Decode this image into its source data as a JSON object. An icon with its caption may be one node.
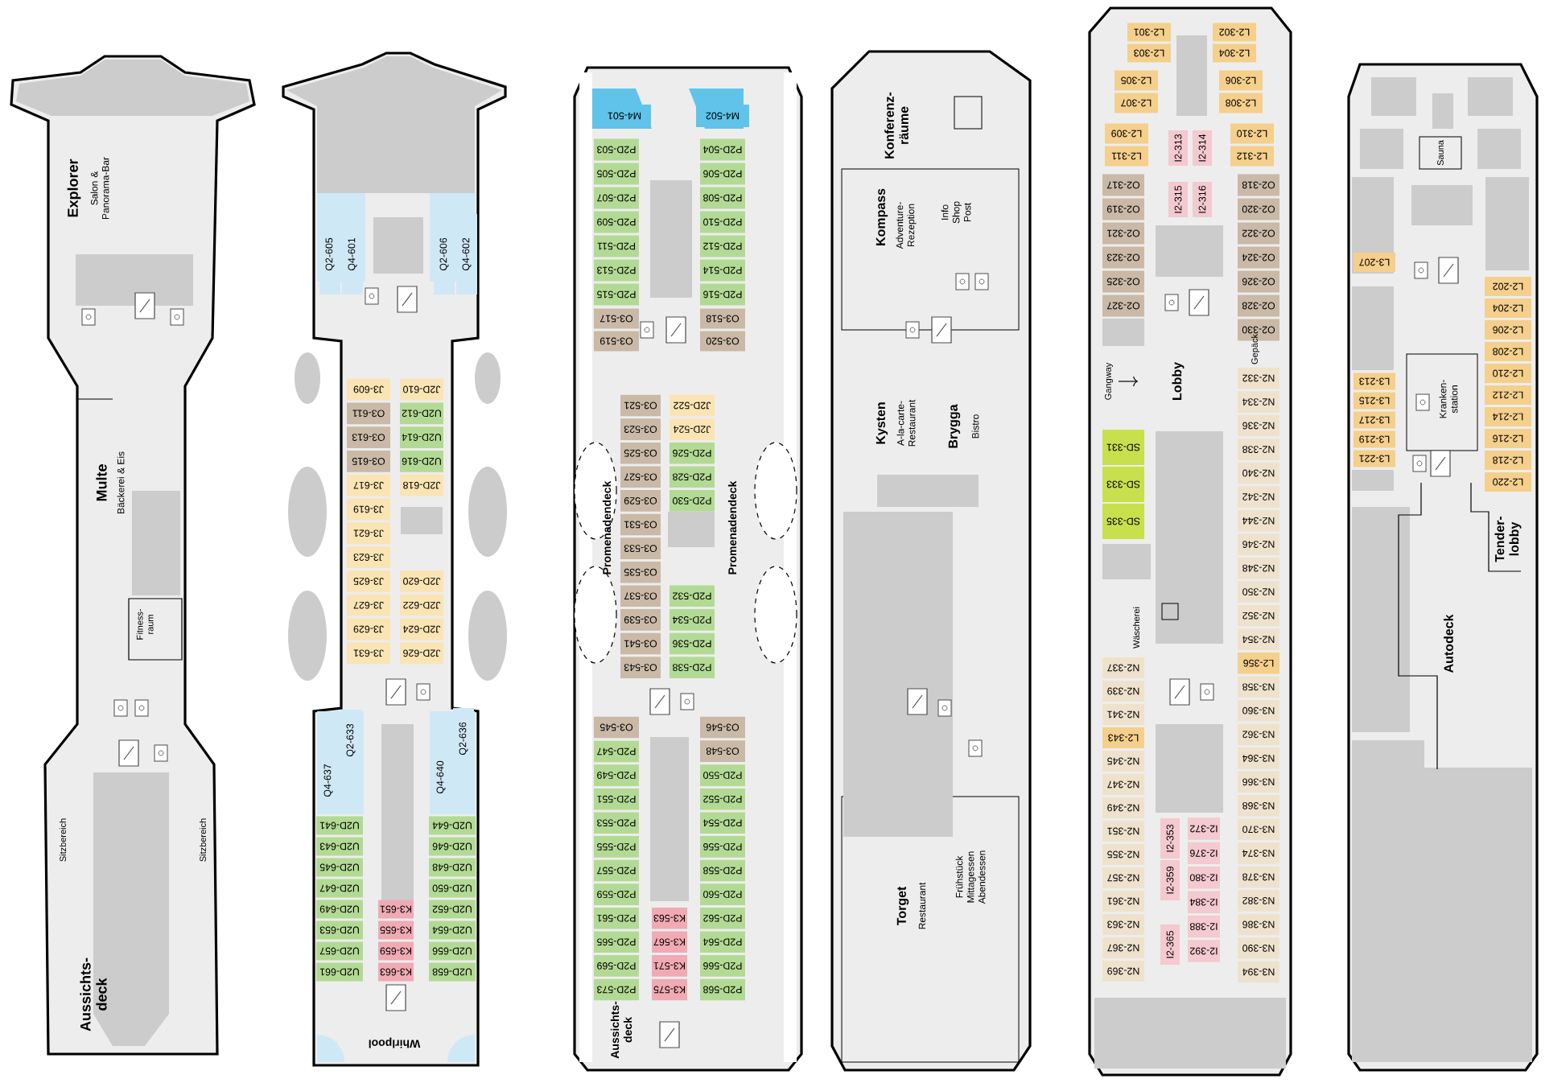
{
  "diagram": {
    "nodes": [
      {
        "text": [
          "Q2-605"
        ]
      },
      {
        "text": [
          "Q4-601"
        ]
      },
      {
        "text": [
          "Q2-606"
        ]
      },
      {
        "text": [
          "Q4-602"
        ]
      },
      {
        "text": [
          "J3-609"
        ]
      },
      {
        "text": [
          "O3-611"
        ]
      },
      {
        "text": [
          "O3-613"
        ]
      },
      {
        "text": [
          "O3-615"
        ]
      },
      {
        "text": [
          "J3-617"
        ]
      },
      {
        "text": [
          "J3-619"
        ]
      },
      {
        "text": [
          "J3-621"
        ]
      },
      {
        "text": [
          "J3-623"
        ]
      },
      {
        "text": [
          "J3-625"
        ]
      },
      {
        "text": [
          "J3-627"
        ]
      },
      {
        "text": [
          "J3-629"
        ]
      },
      {
        "text": [
          "J3-631"
        ]
      },
      {
        "text": [
          "J2D-610"
        ]
      },
      {
        "text": [
          "U2D-612"
        ]
      },
      {
        "text": [
          "U2D-614"
        ]
      },
      {
        "text": [
          "U2D-616"
        ]
      },
      {
        "text": [
          "J2D-618"
        ]
      },
      {
        "text": [
          "J2D-620"
        ]
      },
      {
        "text": [
          "J2D-622"
        ]
      },
      {
        "text": [
          "J2D-624"
        ]
      },
      {
        "text": [
          "J2D-626"
        ]
      },
      {
        "text": [
          "Q4-637"
        ]
      },
      {
        "text": [
          "Q2-633"
        ]
      },
      {
        "text": [
          "Q4-640"
        ]
      },
      {
        "text": [
          "Q2-636"
        ]
      },
      {
        "text": [
          "U2D-641"
        ]
      },
      {
        "text": [
          "U2D-643"
        ]
      },
      {
        "text": [
          "U2D-645"
        ]
      },
      {
        "text": [
          "U2D-647"
        ]
      },
      {
        "text": [
          "U2D-649"
        ]
      },
      {
        "text": [
          "U2D-653"
        ]
      },
      {
        "text": [
          "U2D-657"
        ]
      },
      {
        "text": [
          "U2D-661"
        ]
      },
      {
        "text": [
          "K3-651"
        ]
      },
      {
        "text": [
          "K3-655"
        ]
      },
      {
        "text": [
          "K3-659"
        ]
      },
      {
        "text": [
          "K3-663"
        ]
      },
      {
        "text": [
          "U2D-644"
        ]
      },
      {
        "text": [
          "U2D-646"
        ]
      },
      {
        "text": [
          "U2D-648"
        ]
      },
      {
        "text": [
          "U2D-650"
        ]
      },
      {
        "text": [
          "U2D-652"
        ]
      },
      {
        "text": [
          "U2D-654"
        ]
      },
      {
        "text": [
          "U2D-656"
        ]
      },
      {
        "text": [
          "U2D-658"
        ]
      },
      {
        "text": [
          "M4-501"
        ]
      },
      {
        "text": [
          "M4-502"
        ]
      },
      {
        "text": [
          "P2D-503"
        ]
      },
      {
        "text": [
          "P2D-505"
        ]
      },
      {
        "text": [
          "P2D-507"
        ]
      },
      {
        "text": [
          "P2D-509"
        ]
      },
      {
        "text": [
          "P2D-511"
        ]
      },
      {
        "text": [
          "P2D-513"
        ]
      },
      {
        "text": [
          "P2D-515"
        ]
      },
      {
        "text": [
          "P2D-504"
        ]
      },
      {
        "text": [
          "P2D-506"
        ]
      },
      {
        "text": [
          "P2D-508"
        ]
      },
      {
        "text": [
          "P2D-510"
        ]
      },
      {
        "text": [
          "P2D-512"
        ]
      },
      {
        "text": [
          "P2D-514"
        ]
      },
      {
        "text": [
          "P2D-516"
        ]
      },
      {
        "text": [
          "O3-517"
        ]
      },
      {
        "text": [
          "O3-519"
        ]
      },
      {
        "text": [
          "O3-518"
        ]
      },
      {
        "text": [
          "O3-520"
        ]
      },
      {
        "text": [
          "O3-521"
        ]
      },
      {
        "text": [
          "O3-523"
        ]
      },
      {
        "text": [
          "O3-525"
        ]
      },
      {
        "text": [
          "O3-527"
        ]
      },
      {
        "text": [
          "O3-529"
        ]
      },
      {
        "text": [
          "O3-531"
        ]
      },
      {
        "text": [
          "O3-533"
        ]
      },
      {
        "text": [
          "O3-535"
        ]
      },
      {
        "text": [
          "O3-537"
        ]
      },
      {
        "text": [
          "O3-539"
        ]
      },
      {
        "text": [
          "O3-541"
        ]
      },
      {
        "text": [
          "O3-543"
        ]
      },
      {
        "text": [
          "J2D-522"
        ]
      },
      {
        "text": [
          "J2D-524"
        ]
      },
      {
        "text": [
          "P2D-526"
        ]
      },
      {
        "text": [
          "P2D-528"
        ]
      },
      {
        "text": [
          "P2D-530"
        ]
      },
      {
        "text": [
          "P2D-532"
        ]
      },
      {
        "text": [
          "P2D-534"
        ]
      },
      {
        "text": [
          "P2D-536"
        ]
      },
      {
        "text": [
          "P2D-538"
        ]
      },
      {
        "text": [
          "O3-545"
        ]
      },
      {
        "text": [
          "O3-546"
        ]
      },
      {
        "text": [
          "O3-548"
        ]
      },
      {
        "text": [
          "P2D-547"
        ]
      },
      {
        "text": [
          "P2D-549"
        ]
      },
      {
        "text": [
          "P2D-551"
        ]
      },
      {
        "text": [
          "P2D-553"
        ]
      },
      {
        "text": [
          "P2D-555"
        ]
      },
      {
        "text": [
          "P2D-557"
        ]
      },
      {
        "text": [
          "P2D-559"
        ]
      },
      {
        "text": [
          "P2D-561"
        ]
      },
      {
        "text": [
          "P2D-565"
        ]
      },
      {
        "text": [
          "P2D-569"
        ]
      },
      {
        "text": [
          "P2D-573"
        ]
      },
      {
        "text": [
          "K3-563"
        ]
      },
      {
        "text": [
          "K3-567"
        ]
      },
      {
        "text": [
          "K3-571"
        ]
      },
      {
        "text": [
          "K3-575"
        ]
      },
      {
        "text": [
          "P2D-550"
        ]
      },
      {
        "text": [
          "P2D-552"
        ]
      },
      {
        "text": [
          "P2D-554"
        ]
      },
      {
        "text": [
          "P2D-556"
        ]
      },
      {
        "text": [
          "P2D-558"
        ]
      },
      {
        "text": [
          "P2D-560"
        ]
      },
      {
        "text": [
          "P2D-562"
        ]
      },
      {
        "text": [
          "P2D-564"
        ]
      },
      {
        "text": [
          "P2D-566"
        ]
      },
      {
        "text": [
          "P2D-568"
        ]
      },
      {
        "text": [
          "L2-301"
        ]
      },
      {
        "text": [
          "L2-303"
        ]
      },
      {
        "text": [
          "L2-302"
        ]
      },
      {
        "text": [
          "L2-304"
        ]
      },
      {
        "text": [
          "L2-305"
        ]
      },
      {
        "text": [
          "L2-307"
        ]
      },
      {
        "text": [
          "L2-306"
        ]
      },
      {
        "text": [
          "L2-308"
        ]
      },
      {
        "text": [
          "L2-309"
        ]
      },
      {
        "text": [
          "L2-311"
        ]
      },
      {
        "text": [
          "L2-310"
        ]
      },
      {
        "text": [
          "L2-312"
        ]
      },
      {
        "text": [
          "I2-313"
        ]
      },
      {
        "text": [
          "I2-314"
        ]
      },
      {
        "text": [
          "I2-315"
        ]
      },
      {
        "text": [
          "I2-316"
        ]
      },
      {
        "text": [
          "O2-317"
        ]
      },
      {
        "text": [
          "O2-319"
        ]
      },
      {
        "text": [
          "O2-321"
        ]
      },
      {
        "text": [
          "O2-323"
        ]
      },
      {
        "text": [
          "O2-325"
        ]
      },
      {
        "text": [
          "O2-327"
        ]
      },
      {
        "text": [
          "O2-318"
        ]
      },
      {
        "text": [
          "O2-320"
        ]
      },
      {
        "text": [
          "O2-322"
        ]
      },
      {
        "text": [
          "O2-324"
        ]
      },
      {
        "text": [
          "O2-326"
        ]
      },
      {
        "text": [
          "O2-328"
        ]
      },
      {
        "text": [
          "O2-330"
        ]
      },
      {
        "text": [
          "SD-331"
        ]
      },
      {
        "text": [
          "SD-333"
        ]
      },
      {
        "text": [
          "SD-335"
        ]
      },
      {
        "text": [
          "N2-332"
        ]
      },
      {
        "text": [
          "N2-334"
        ]
      },
      {
        "text": [
          "N2-336"
        ]
      },
      {
        "text": [
          "N2-338"
        ]
      },
      {
        "text": [
          "N2-340"
        ]
      },
      {
        "text": [
          "N2-342"
        ]
      },
      {
        "text": [
          "N2-344"
        ]
      },
      {
        "text": [
          "N2-346"
        ]
      },
      {
        "text": [
          "N2-348"
        ]
      },
      {
        "text": [
          "N2-350"
        ]
      },
      {
        "text": [
          "N2-352"
        ]
      },
      {
        "text": [
          "N2-354"
        ]
      },
      {
        "text": [
          "L2-356"
        ]
      },
      {
        "text": [
          "N3-358"
        ]
      },
      {
        "text": [
          "N3-360"
        ]
      },
      {
        "text": [
          "N3-362"
        ]
      },
      {
        "text": [
          "N3-364"
        ]
      },
      {
        "text": [
          "N3-366"
        ]
      },
      {
        "text": [
          "N3-368"
        ]
      },
      {
        "text": [
          "N3-370"
        ]
      },
      {
        "text": [
          "N3-374"
        ]
      },
      {
        "text": [
          "N3-378"
        ]
      },
      {
        "text": [
          "N3-382"
        ]
      },
      {
        "text": [
          "N3-386"
        ]
      },
      {
        "text": [
          "N3-390"
        ]
      },
      {
        "text": [
          "N3-394"
        ]
      },
      {
        "text": [
          "N2-337"
        ]
      },
      {
        "text": [
          "N2-339"
        ]
      },
      {
        "text": [
          "N2-341"
        ]
      },
      {
        "text": [
          "L2-343"
        ]
      },
      {
        "text": [
          "N2-345"
        ]
      },
      {
        "text": [
          "N2-347"
        ]
      },
      {
        "text": [
          "N2-349"
        ]
      },
      {
        "text": [
          "N2-351"
        ]
      },
      {
        "text": [
          "N2-355"
        ]
      },
      {
        "text": [
          "N2-357"
        ]
      },
      {
        "text": [
          "N2-361"
        ]
      },
      {
        "text": [
          "N2-363"
        ]
      },
      {
        "text": [
          "N2-367"
        ]
      },
      {
        "text": [
          "N2-369"
        ]
      },
      {
        "text": [
          "I2-372"
        ]
      },
      {
        "text": [
          "I2-376"
        ]
      },
      {
        "text": [
          "I2-380"
        ]
      },
      {
        "text": [
          "I2-384"
        ]
      },
      {
        "text": [
          "I2-388"
        ]
      },
      {
        "text": [
          "I2-392"
        ]
      },
      {
        "text": [
          "I2-353"
        ]
      },
      {
        "text": [
          "I2-359"
        ]
      },
      {
        "text": [
          "I2-365"
        ]
      },
      {
        "text": [
          "L3-207"
        ]
      },
      {
        "text": [
          "L2-202"
        ]
      },
      {
        "text": [
          "L2-204"
        ]
      },
      {
        "text": [
          "L2-206"
        ]
      },
      {
        "text": [
          "L2-208"
        ]
      },
      {
        "text": [
          "L2-210"
        ]
      },
      {
        "text": [
          "L2-212"
        ]
      },
      {
        "text": [
          "L2-214"
        ]
      },
      {
        "text": [
          "L2-216"
        ]
      },
      {
        "text": [
          "L2-218"
        ]
      },
      {
        "text": [
          "L2-220"
        ]
      },
      {
        "text": [
          "L3-213"
        ]
      },
      {
        "text": [
          "L3-215"
        ]
      },
      {
        "text": [
          "L3-217"
        ]
      },
      {
        "text": [
          "L3-219"
        ]
      },
      {
        "text": [
          "L3-221"
        ]
      }
    ],
    "labels": [
      "Explorer",
      "Salon & Panorama-Bar",
      "Multe",
      "Bäckerei & Eis",
      "Fitness- raum",
      "Sitzbereich",
      "Sitzbereich",
      "Aussichts- deck",
      "Whirlpool",
      "Promenadendeck",
      "Promenadendeck",
      "Aussichts- deck",
      "Konferenz- räume",
      "Kompass",
      "Adventure- Rezeption",
      "Info Shop Post",
      "Kysten",
      "A-la-carte- Restaurant",
      "Brygga",
      "Bistro",
      "Torget",
      "Restaurant",
      "Frühstück Mittagessen Abendessen",
      "Gepäck",
      "Gangway",
      "Lobby",
      "Wäscherei",
      "Sauna",
      "Kranken- station",
      "Tender- lobby",
      "Autodeck"
    ]
  }
}
